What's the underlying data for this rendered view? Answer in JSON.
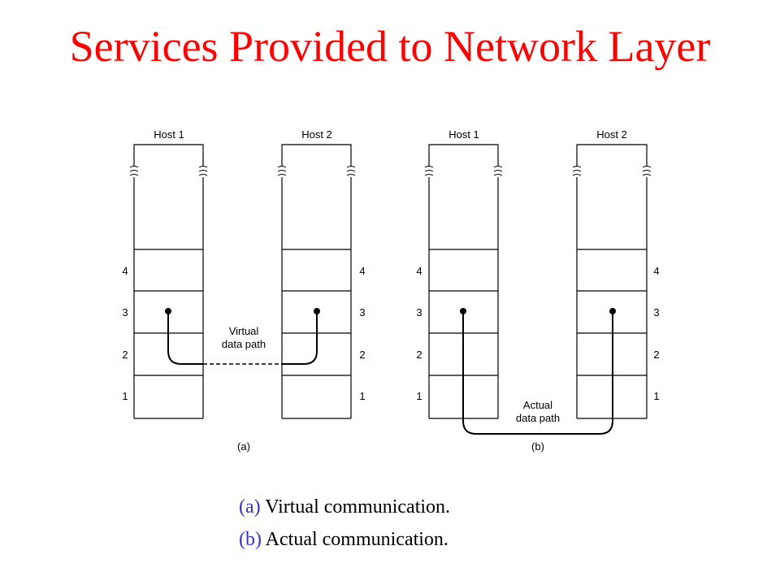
{
  "title": "Services Provided to Network Layer",
  "colors": {
    "title": "#ff0000",
    "caption_tag": "#3333cc"
  },
  "diagram": {
    "panel_a": {
      "host1": "Host 1",
      "host2": "Host 2",
      "layer_labels": [
        "4",
        "3",
        "2",
        "1"
      ],
      "path_label_line1": "Virtual",
      "path_label_line2": "data path",
      "panel_label": "(a)"
    },
    "panel_b": {
      "host1": "Host 1",
      "host2": "Host 2",
      "layer_labels": [
        "4",
        "3",
        "2",
        "1"
      ],
      "path_label_line1": "Actual",
      "path_label_line2": "data path",
      "panel_label": "(b)"
    }
  },
  "captions": [
    {
      "tag": "(a)",
      "text": " Virtual communication."
    },
    {
      "tag": "(b)",
      "text": " Actual communication."
    }
  ]
}
